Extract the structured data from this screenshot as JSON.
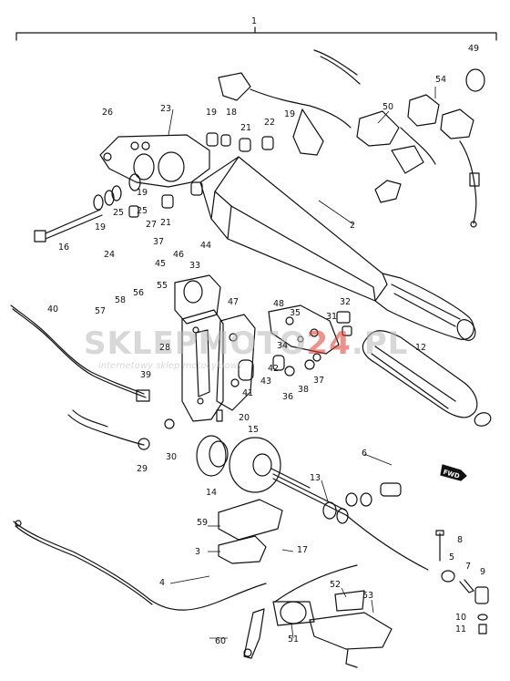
{
  "watermark": {
    "brand_left": "SKLEP",
    "brand_mid": "MOTO",
    "brand_red": "24",
    "brand_tld": ".PL",
    "tagline": "internetowy sklep motocyklowy",
    "color_grey": "#b9b9b9",
    "color_red": "#e03a2b"
  },
  "fwd_label": "FWD",
  "callouts": [
    {
      "id": "c1",
      "text": "1"
    },
    {
      "id": "c2",
      "text": "2"
    },
    {
      "id": "c3",
      "text": "3"
    },
    {
      "id": "c4",
      "text": "4"
    },
    {
      "id": "c5",
      "text": "5"
    },
    {
      "id": "c6",
      "text": "6"
    },
    {
      "id": "c7",
      "text": "7"
    },
    {
      "id": "c8",
      "text": "8"
    },
    {
      "id": "c9",
      "text": "9"
    },
    {
      "id": "c10",
      "text": "10"
    },
    {
      "id": "c11",
      "text": "11"
    },
    {
      "id": "c12",
      "text": "12"
    },
    {
      "id": "c13",
      "text": "13"
    },
    {
      "id": "c14",
      "text": "14"
    },
    {
      "id": "c15",
      "text": "15"
    },
    {
      "id": "c16",
      "text": "16"
    },
    {
      "id": "c17",
      "text": "17"
    },
    {
      "id": "c18",
      "text": "18"
    },
    {
      "id": "c19a",
      "text": "19"
    },
    {
      "id": "c19b",
      "text": "19"
    },
    {
      "id": "c19c",
      "text": "19"
    },
    {
      "id": "c19d",
      "text": "19"
    },
    {
      "id": "c20",
      "text": "20"
    },
    {
      "id": "c21a",
      "text": "21"
    },
    {
      "id": "c21b",
      "text": "21"
    },
    {
      "id": "c22",
      "text": "22"
    },
    {
      "id": "c23",
      "text": "23"
    },
    {
      "id": "c24",
      "text": "24"
    },
    {
      "id": "c25a",
      "text": "25"
    },
    {
      "id": "c25b",
      "text": "25"
    },
    {
      "id": "c26",
      "text": "26"
    },
    {
      "id": "c27",
      "text": "27"
    },
    {
      "id": "c28",
      "text": "28"
    },
    {
      "id": "c29",
      "text": "29"
    },
    {
      "id": "c30",
      "text": "30"
    },
    {
      "id": "c31",
      "text": "31"
    },
    {
      "id": "c32",
      "text": "32"
    },
    {
      "id": "c33",
      "text": "33"
    },
    {
      "id": "c34",
      "text": "34"
    },
    {
      "id": "c35",
      "text": "35"
    },
    {
      "id": "c36",
      "text": "36"
    },
    {
      "id": "c37a",
      "text": "37"
    },
    {
      "id": "c37b",
      "text": "37"
    },
    {
      "id": "c38",
      "text": "38"
    },
    {
      "id": "c39",
      "text": "39"
    },
    {
      "id": "c40",
      "text": "40"
    },
    {
      "id": "c41",
      "text": "41"
    },
    {
      "id": "c42",
      "text": "42"
    },
    {
      "id": "c43",
      "text": "43"
    },
    {
      "id": "c44",
      "text": "44"
    },
    {
      "id": "c45",
      "text": "45"
    },
    {
      "id": "c46",
      "text": "46"
    },
    {
      "id": "c47",
      "text": "47"
    },
    {
      "id": "c48",
      "text": "48"
    },
    {
      "id": "c49",
      "text": "49"
    },
    {
      "id": "c50",
      "text": "50"
    },
    {
      "id": "c51",
      "text": "51"
    },
    {
      "id": "c52",
      "text": "52"
    },
    {
      "id": "c53",
      "text": "53"
    },
    {
      "id": "c54",
      "text": "54"
    },
    {
      "id": "c55",
      "text": "55"
    },
    {
      "id": "c56",
      "text": "56"
    },
    {
      "id": "c57",
      "text": "57"
    },
    {
      "id": "c58",
      "text": "58"
    },
    {
      "id": "c59",
      "text": "59"
    },
    {
      "id": "c60",
      "text": "60"
    }
  ]
}
